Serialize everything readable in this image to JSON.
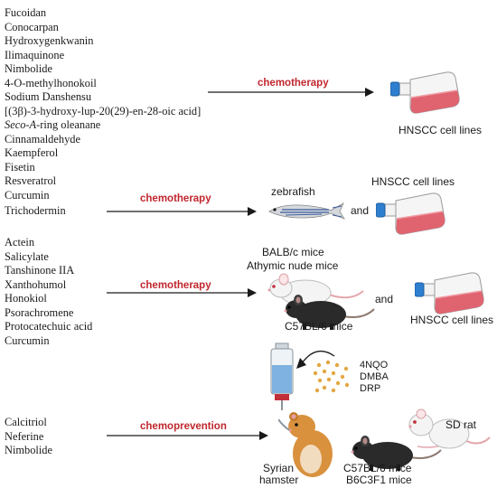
{
  "group1": {
    "compounds": [
      "Fucoidan",
      "Conocarpan",
      "Hydroxygenkwanin",
      "Ilimaquinone",
      "Nimbolide",
      "4-O-methylhonokoil",
      "Sodium Danshensu",
      "[(3β)-3-hydroxy-lup-20(29)-en-28-oic acid]",
      "Seco-A-ring oleanane",
      "Cinnamaldehyde",
      "Kaempferol",
      "Fisetin",
      "Resveratrol",
      "Curcumin"
    ],
    "compound_seco_italic": "Seco-A",
    "compound_seco_rest": "-ring oleanane",
    "arrow_label": "chemotherapy",
    "target": "HNSCC cell lines"
  },
  "group2": {
    "compound": "Trichodermin",
    "arrow_label": "chemotherapy",
    "target1": "zebrafish",
    "connector": "and",
    "target2": "HNSCC cell lines"
  },
  "group3": {
    "compounds": [
      "Actein",
      "Salicylate",
      "Tanshinone IIA",
      "Xanthohumol",
      "Honokiol",
      "Psorachromene",
      "Protocatechuic acid",
      "Curcumin"
    ],
    "arrow_label": "chemotherapy",
    "mice_line1": "BALB/c mice",
    "mice_line2": "Athymic nude mice",
    "mice_black": "C57BL/6 mice",
    "connector": "and",
    "target2": "HNSCC cell lines"
  },
  "group4": {
    "compounds": [
      "Calcitriol",
      "Neferine",
      "Nimbolide"
    ],
    "arrow_label": "chemoprevention",
    "carcinogens": [
      "4NQO",
      "DMBA",
      "DRP"
    ],
    "hamster_line1": "Syrian",
    "hamster_line2": "hamster",
    "mice_line1": "C57BL/6 mice",
    "mice_line2": "B6C3F1 mice",
    "rat": "SD rat"
  },
  "colors": {
    "accent_red": "#c0262d",
    "flask_cap": "#2f7fd0",
    "flask_medium": "#e06470",
    "mouse_black": "#2a2a2a",
    "hamster": "#d9913e"
  }
}
